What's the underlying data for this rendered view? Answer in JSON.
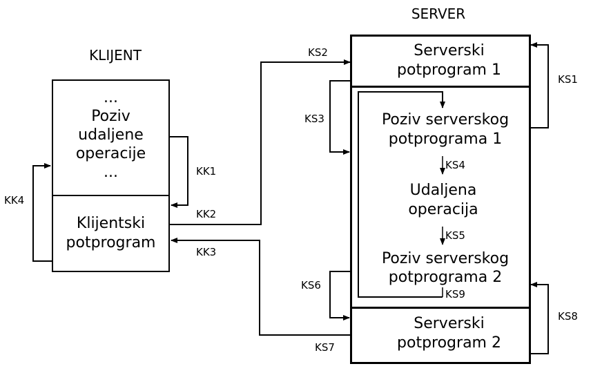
{
  "client": {
    "title": "KLIJENT",
    "upper_lines": [
      "...",
      "Poziv",
      "udaljene",
      "operacije",
      "..."
    ],
    "stub_lines": [
      "Klijentski",
      "potprogram"
    ]
  },
  "server": {
    "title": "SERVER",
    "stub1_lines": [
      "Serverski",
      "potprogram 1"
    ],
    "stub2_lines": [
      "Serverski",
      "potprogram 2"
    ],
    "call1_lines": [
      "Poziv serverskog",
      "potprograma 1"
    ],
    "operation_lines": [
      "Udaljena",
      "operacija"
    ],
    "call2_lines": [
      "Poziv serverskog",
      "potprograma 2"
    ]
  },
  "arrow_labels": {
    "kk1": "KK1",
    "kk2": "KK2",
    "kk3": "KK3",
    "kk4": "KK4",
    "ks1": "KS1",
    "ks2": "KS2",
    "ks3": "KS3",
    "ks4": "KS4",
    "ks5": "KS5",
    "ks6": "KS6",
    "ks7": "KS7",
    "ks8": "KS8",
    "ks9": "KS9"
  },
  "colors": {
    "line": "#000000",
    "background": "#ffffff"
  }
}
